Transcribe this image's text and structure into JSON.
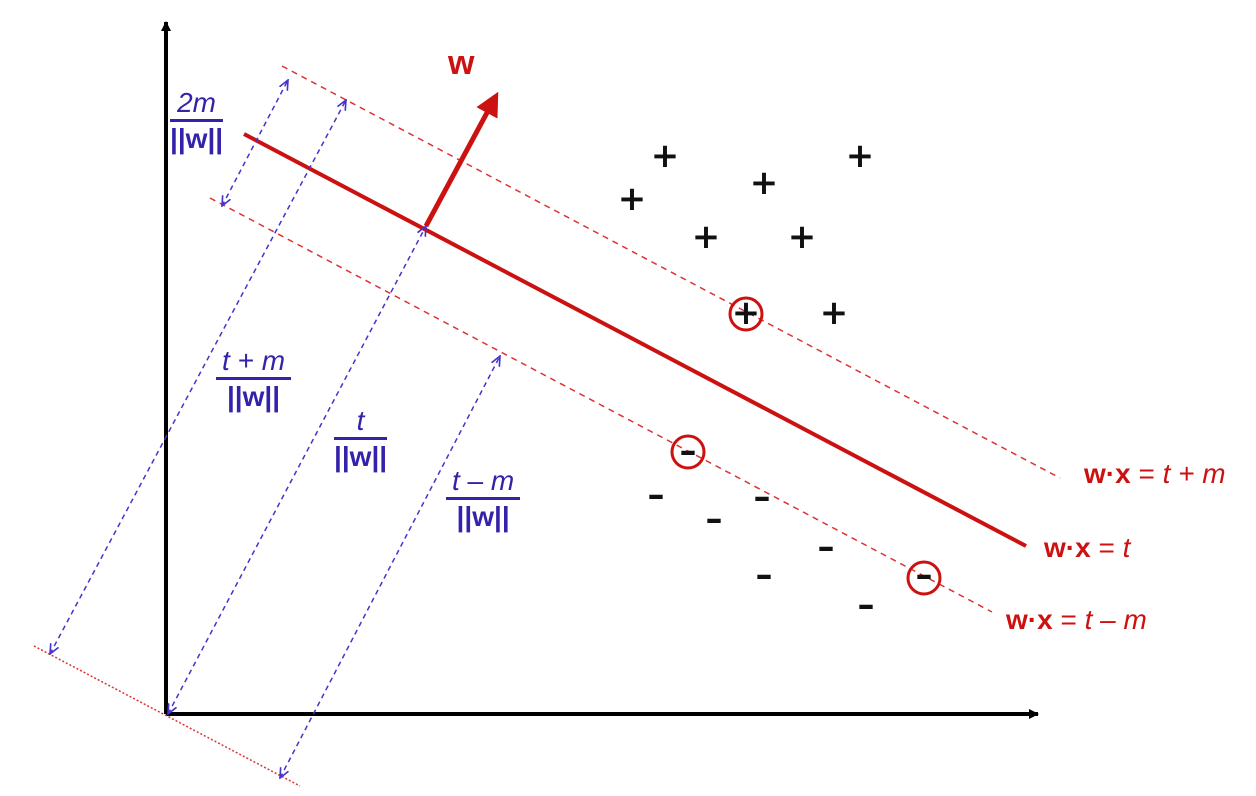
{
  "weight_vector": {
    "label": "w"
  },
  "margin_labels": {
    "two_m": {
      "numerator": "2m",
      "denominator": "||w||"
    },
    "t_plus_m": {
      "numerator": "t + m",
      "denominator": "||w||"
    },
    "t": {
      "numerator": "t",
      "denominator": "||w||"
    },
    "t_minus_m": {
      "numerator": "t – m",
      "denominator": "||w||"
    }
  },
  "equations": {
    "upper": {
      "lhs": "w·x",
      "op": " = ",
      "rhs": "t + m"
    },
    "middle": {
      "lhs": "w·x",
      "op": " = ",
      "rhs": "t"
    },
    "lower": {
      "lhs": "w·x",
      "op": " = ",
      "rhs": "t – m"
    }
  },
  "point_symbols": {
    "positive": "+",
    "negative": "–"
  },
  "colors": {
    "boundary": "#cc1111",
    "margin_line": "#dd3333",
    "distance_arrow": "#4433cc",
    "label_text": "#3322aa",
    "axes": "#000000",
    "points": "#111111"
  }
}
